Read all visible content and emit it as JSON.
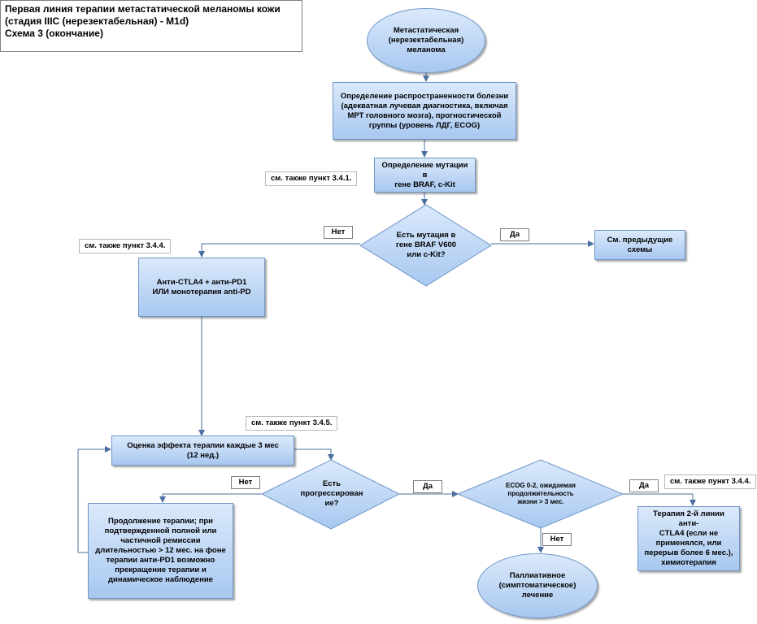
{
  "title": {
    "line1": "Первая линия терапии метастатической меланомы кожи",
    "line2": "(стадия IIIC (нерезектабельная) - M1d)",
    "line3": "Схема 3 (окончание)"
  },
  "nodes": {
    "start": "Метастатическая\n(нерезектабельная)\nмеланома",
    "staging": "Определение распространенности болезни\n(адекватная лучевая диагностика, включая\nМРТ головного мозга), прогностической\nгруппы (уровень  ЛДГ, ECOG)",
    "mutation_test": "Определение мутации в\nгене BRAF, c-Kit",
    "mutation_question": "Есть мутация в\nгене BRAF V600\nили c-Kit?",
    "see_previous": "См. предыдущие\nсхемы",
    "immunotherapy": "Анти-CTLA4  +  анти-PD1\nИЛИ монотерапия anti-PD",
    "assessment": "Оценка эффекта терапии каждые 3 мес\n(12 нед.)",
    "progression_question": "Есть\nпрогрессирован\nие?",
    "continue_therapy": "Продолжение терапии; при\nподтвержденной полной или\nчастичной ремиссии\nдлительностью > 12 мес. на фоне\nтерапии анти-PD1 возможно\nпрекращение терапии и\nдинамическое наблюдение",
    "ecog_question": "ECOG 0-2, ожидаемая\nпродолжительность\nжизни > 3 мес.",
    "second_line": "Терапия 2-й линии анти-\nCTLA4 (если не\nприменялся, или\nперерыв более 6 мес.),\nхимиотерапия",
    "palliative": "Паллиативное\n(симптоматическое)\nлечение"
  },
  "refs": {
    "r341": "см. также пункт 3.4.1.",
    "r344a": "см. также пункт 3.4.4.",
    "r345": "см. также пункт 3.4.5.",
    "r344b": "см. также пункт 3.4.4."
  },
  "labels": {
    "no1": "Нет",
    "yes1": "Да",
    "no2": "Нет",
    "yes2": "Да",
    "yes3": "Да",
    "no3": "Нет"
  }
}
